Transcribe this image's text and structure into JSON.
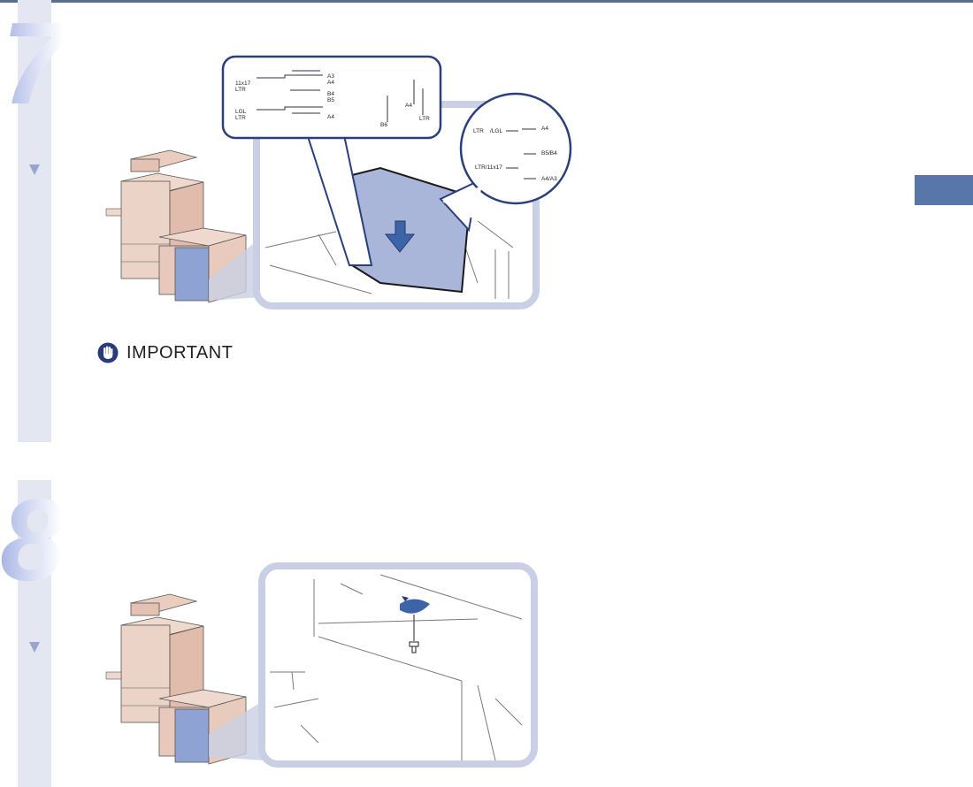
{
  "steps": [
    {
      "number": "7"
    },
    {
      "number": "8"
    }
  ],
  "important": {
    "label": "IMPORTANT",
    "icon": "hand-stop-icon"
  },
  "figure1": {
    "callout_top_labels": [
      "11x17",
      "LTR",
      "A3",
      "A4",
      "B4",
      "B5",
      "LGL",
      "LTR",
      "A4",
      "B6",
      "A4",
      "LTR"
    ],
    "callout_right_labels": [
      "LTR",
      "/LGL",
      "A4",
      "B5/B4",
      "LTR/11x17",
      "A4/A3"
    ]
  },
  "colors": {
    "accent": "#5877a8",
    "panel_blue": "#a9b6d9",
    "step_bar": "#e4e7f2",
    "frame": "#c9cfe4",
    "important_icon": "#283a7e"
  }
}
